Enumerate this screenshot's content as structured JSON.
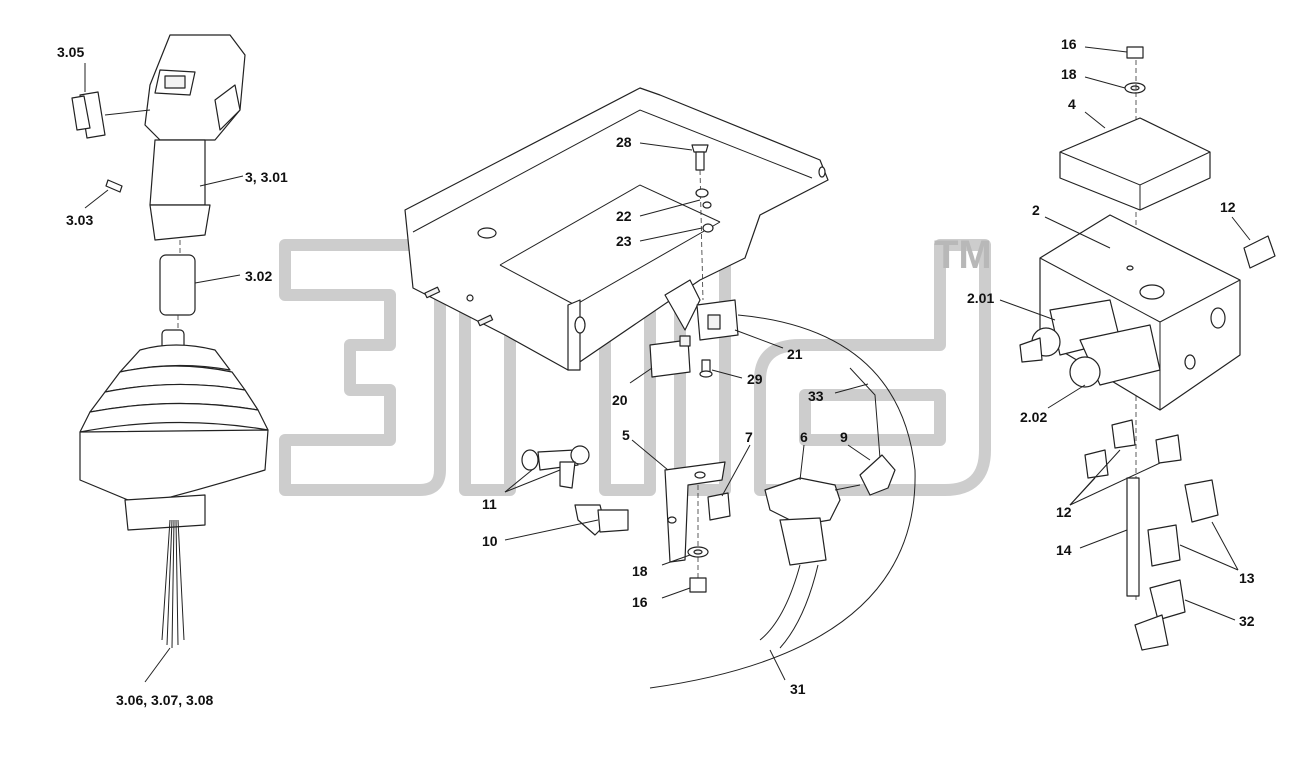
{
  "watermark": {
    "tm": "TM"
  },
  "labels": {
    "l305": "3.05",
    "l3_301": "3, 3.01",
    "l303": "3.03",
    "l302": "3.02",
    "l306": "3.06, 3.07, 3.08",
    "l28": "28",
    "l22": "22",
    "l23": "23",
    "l21": "21",
    "l29": "29",
    "l20": "20",
    "l33": "33",
    "l5": "5",
    "l7": "7",
    "l6": "6",
    "l9": "9",
    "l11": "11",
    "l10": "10",
    "l18b": "18",
    "l16b": "16",
    "l31": "31",
    "l16a": "16",
    "l18a": "18",
    "l4": "4",
    "l2": "2",
    "l12a": "12",
    "l201": "2.01",
    "l202": "2.02",
    "l12b": "12",
    "l14": "14",
    "l13": "13",
    "l32": "32"
  }
}
